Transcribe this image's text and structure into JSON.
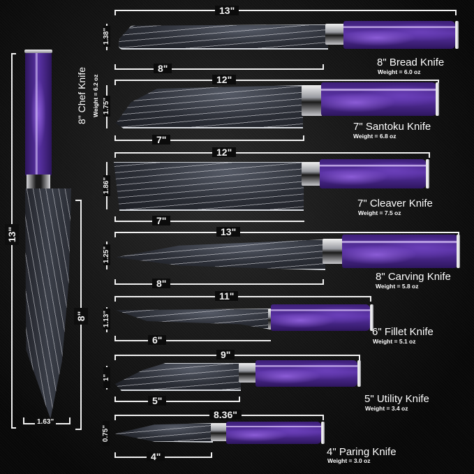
{
  "colors": {
    "background": "#0b0b0b",
    "dimension_line": "#f2f2f2",
    "handle_purple": "#5b33a6",
    "blade_steel": "#2b2e36"
  },
  "chef_knife": {
    "name": "8\" Chef Knife",
    "weight": "Weight = 6.2 oz",
    "total_length": "13\"",
    "blade_length": "8\"",
    "blade_width": "1.63\""
  },
  "knives": [
    {
      "name": "8\" Bread Knife",
      "weight": "Weight = 6.0 oz",
      "total_length": "13\"",
      "blade_length": "8\"",
      "blade_height": "1.38\""
    },
    {
      "name": "7\" Santoku Knife",
      "weight": "Weight = 6.8 oz",
      "total_length": "12\"",
      "blade_length": "7\"",
      "blade_height": "1.75\""
    },
    {
      "name": "7\" Cleaver Knife",
      "weight": "Weight = 7.5 oz",
      "total_length": "12\"",
      "blade_length": "7\"",
      "blade_height": "1.86\""
    },
    {
      "name": "8\" Carving Knife",
      "weight": "Weight = 5.8 oz",
      "total_length": "13\"",
      "blade_length": "8\"",
      "blade_height": "1.25\""
    },
    {
      "name": "6\" Fillet Knife",
      "weight": "Weight = 5.1 oz",
      "total_length": "11\"",
      "blade_length": "6\"",
      "blade_height": "1.13\""
    },
    {
      "name": "5\" Utility Knife",
      "weight": "Weight = 3.4 oz",
      "total_length": "9\"",
      "blade_length": "5\"",
      "blade_height": "1\""
    },
    {
      "name": "4\" Paring Knife",
      "weight": "Weight = 3.0 oz",
      "total_length": "8.36\"",
      "blade_length": "4\"",
      "blade_height": "0.75\""
    }
  ]
}
